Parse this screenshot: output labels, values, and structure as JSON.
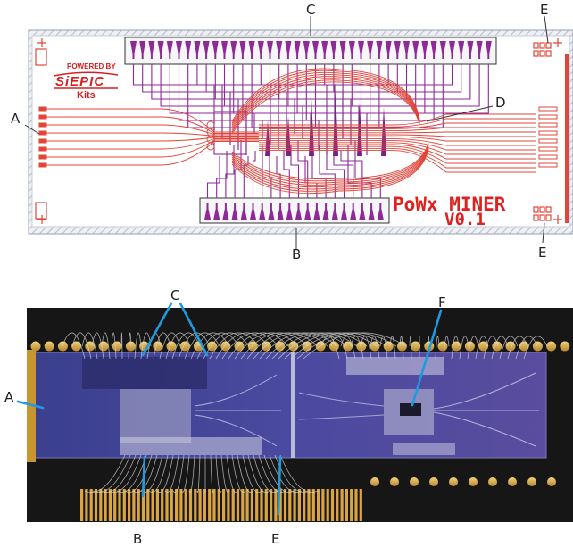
{
  "layout_panel": {
    "labels": {
      "a": "A",
      "b": "B",
      "c": "C",
      "d": "D",
      "e1": "E",
      "e2": "E"
    },
    "logo": {
      "line1": "POWERED BY",
      "line2": "SiEPIC",
      "line3": "Kits"
    },
    "chip_title": {
      "line1": "PoWx MINER",
      "line2": "V0.1"
    }
  },
  "photo_panel": {
    "labels": {
      "a": "A",
      "b": "B",
      "c": "C",
      "e": "E",
      "f": "F"
    }
  },
  "colors": {
    "waveguide": "#e0453a",
    "metal": "#8e2a96",
    "frame": "#c9ccd6",
    "callout": "#1e9be0",
    "chip": "#3a3a8c",
    "board": "#161616",
    "gold": "#d9a441"
  }
}
